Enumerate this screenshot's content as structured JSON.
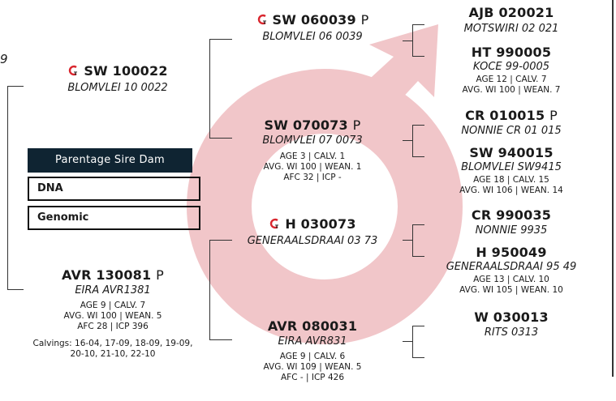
{
  "left_partial_text": "9",
  "legend": {
    "header": "Parentage Sire Dam",
    "rows": [
      "DNA",
      "Genomic"
    ]
  },
  "animal": {
    "id": "AVR 130081",
    "badge": "P",
    "name": "EIRA AVR1381",
    "stats": [
      "AGE 9 | CALV. 7",
      "AVG. WI 100 | WEAN. 5",
      "AFC 28 | ICP 396"
    ],
    "calvings_line1": "Calvings: 16-04, 17-09, 18-09, 19-09,",
    "calvings_line2": "20-10, 21-10, 22-10"
  },
  "half_sib": {
    "id": "SW 100022",
    "name": "BLOMVLEI 10 0022"
  },
  "sire": {
    "id": "SW 070073",
    "badge": "P",
    "name": "BLOMVLEI 07 0073",
    "stats": [
      "AGE 3 | CALV. 1",
      "AVG. WI 100 | WEAN. 1",
      "AFC 32 | ICP -"
    ]
  },
  "dam": {
    "id": "AVR 080031",
    "name": "EIRA AVR831",
    "stats": [
      "AGE 9 | CALV. 6",
      "AVG. WI 109 | WEAN. 5",
      "AFC - | ICP 426"
    ]
  },
  "sire_sire": {
    "id": "SW 060039",
    "badge": "P",
    "name": "BLOMVLEI 06 0039"
  },
  "sire_dam": {
    "id": "H 030073",
    "name": "GENERAALSDRAAI 03 73"
  },
  "gg": [
    {
      "id": "AJB 020021",
      "badge": "",
      "name": "MOTSWIRI 02 021",
      "stats": []
    },
    {
      "id": "HT 990005",
      "badge": "",
      "name": "KOCE 99-0005",
      "stats": [
        "AGE 12 | CALV. 7",
        "AVG. WI 100 | WEAN. 7"
      ]
    },
    {
      "id": "CR 010015",
      "badge": "P",
      "name": "NONNIE CR 01 015",
      "stats": []
    },
    {
      "id": "SW 940015",
      "badge": "",
      "name": "BLOMVLEI SW9415",
      "stats": [
        "AGE 18 | CALV. 15",
        "AVG. WI 106 | WEAN. 14"
      ]
    },
    {
      "id": "CR 990035",
      "badge": "",
      "name": "NONNIE 9935",
      "stats": []
    },
    {
      "id": "H 950049",
      "badge": "",
      "name": "GENERAALSDRAAI 95 49",
      "stats": [
        "AGE 13 | CALV. 10",
        "AVG. WI 105 | WEAN. 10"
      ]
    },
    {
      "id": "W 030013",
      "badge": "",
      "name": "RITS 0313",
      "stats": []
    }
  ],
  "colors": {
    "watermark": "#f1c6c9",
    "legend_header": "#0f2432",
    "gt_icon_red": "#d9262e"
  }
}
